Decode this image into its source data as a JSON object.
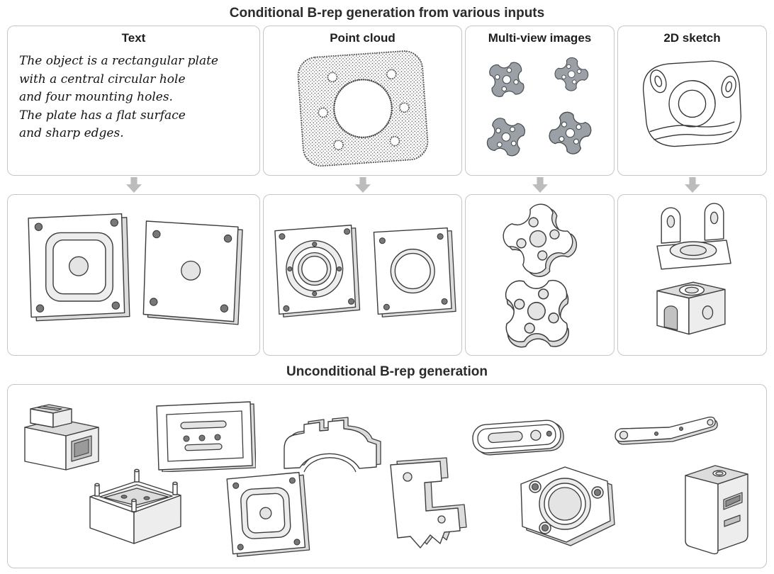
{
  "titles": {
    "conditional": "Conditional B-rep generation from various inputs",
    "unconditional": "Unconditional B-rep generation"
  },
  "conditional": {
    "columns": [
      {
        "label": "Text",
        "input_text": "The object is a rectangular plate\n with a central circular hole\nand four mounting holes.\nThe plate has a flat surface\nand sharp edges."
      },
      {
        "label": "Point cloud"
      },
      {
        "label": "Multi-view images"
      },
      {
        "label": "2D sketch"
      }
    ]
  },
  "colors": {
    "panel_border": "#c6c6c6",
    "arrow": "#bcbcbc",
    "multiview_part_fill": "#9aa0a5",
    "outline": "#3d3d3d",
    "title_text": "#2b2b2b"
  }
}
